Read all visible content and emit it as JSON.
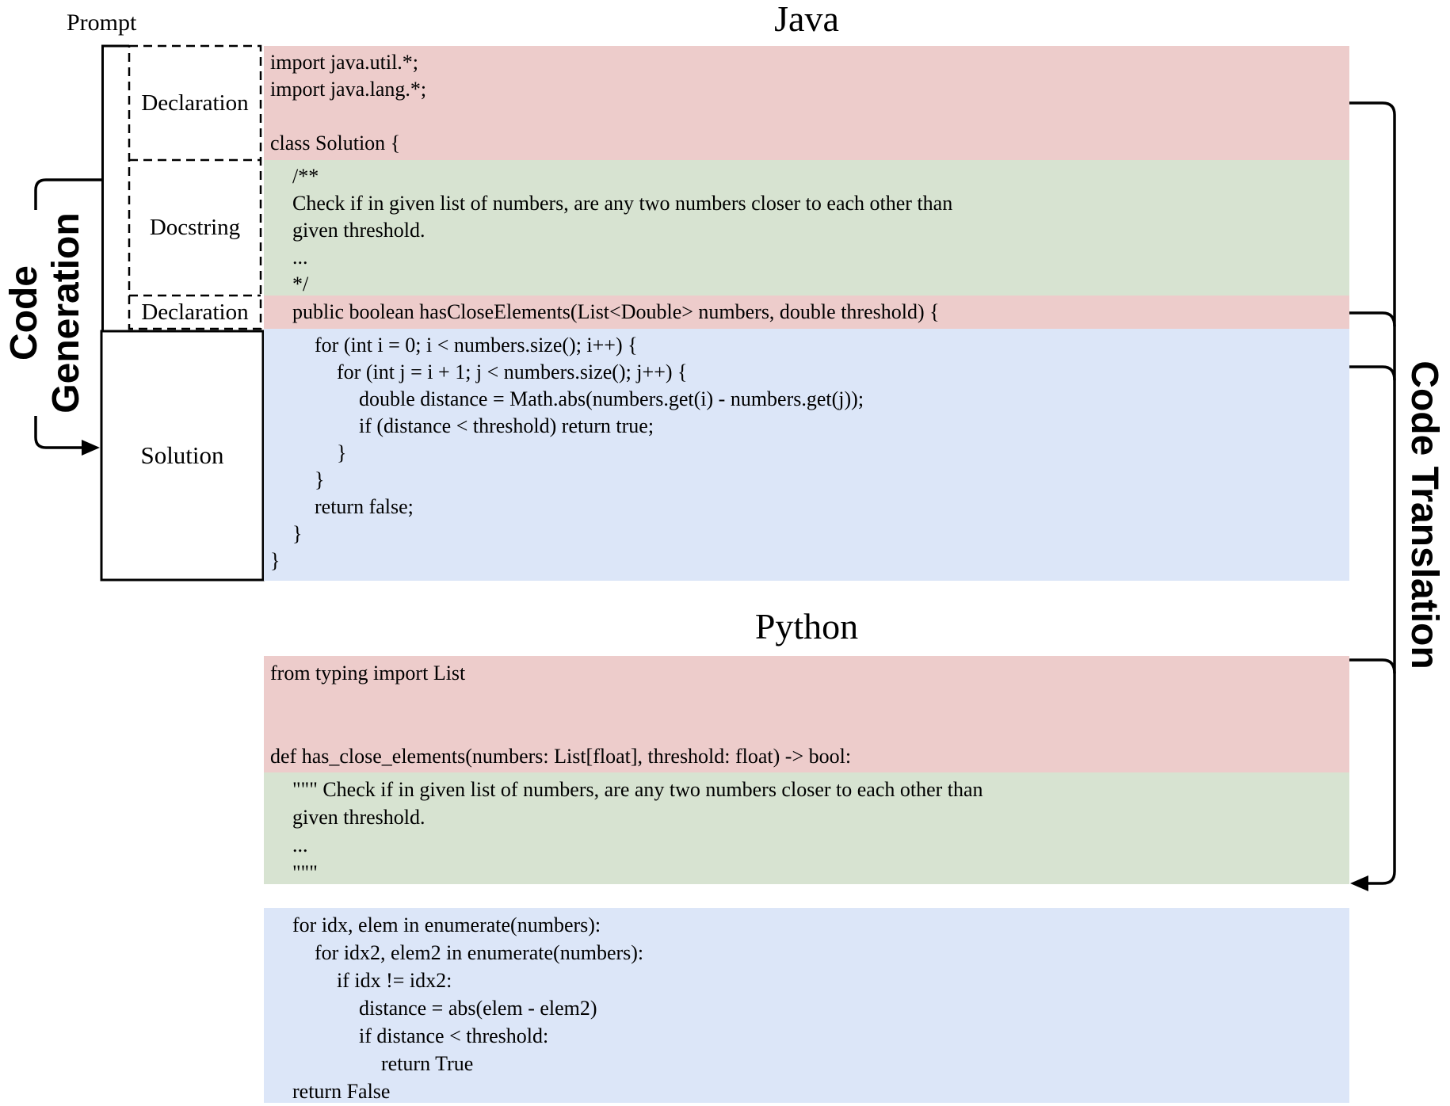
{
  "titles": {
    "java": "Java",
    "python": "Python"
  },
  "prompt": {
    "label": "Prompt"
  },
  "structure_labels": {
    "declaration_top": "Declaration",
    "docstring": "Docstring",
    "declaration_mid": "Declaration",
    "solution": "Solution"
  },
  "side_labels": {
    "code_generation": "Code\nGeneration",
    "code_translation": "Code Translation"
  },
  "colors": {
    "declaration_bg": "#edcccb",
    "docstring_bg": "#d7e3d1",
    "solution_bg": "#dce6f8",
    "line": "#000000"
  },
  "java": {
    "declaration_block": [
      {
        "text": "import java.util.*;",
        "indent": 0
      },
      {
        "text": "import java.lang.*;",
        "indent": 0
      },
      {
        "text": "",
        "indent": 0
      },
      {
        "text": "class Solution {",
        "indent": 0
      }
    ],
    "docstring_block": [
      {
        "text": "/**",
        "indent": 1
      },
      {
        "text": "Check if in given list of numbers, are any two numbers closer to each other than",
        "indent": 1
      },
      {
        "text": "given threshold.",
        "indent": 1
      },
      {
        "text": "...",
        "indent": 1
      },
      {
        "text": "*/",
        "indent": 1
      }
    ],
    "declaration2_block": [
      {
        "text": "public boolean hasCloseElements(List<Double> numbers, double threshold) {",
        "indent": 1
      }
    ],
    "solution_block": [
      {
        "text": "for (int i = 0; i < numbers.size(); i++) {",
        "indent": 2
      },
      {
        "text": "for (int j = i + 1; j < numbers.size(); j++) {",
        "indent": 3
      },
      {
        "text": "double distance = Math.abs(numbers.get(i) - numbers.get(j));",
        "indent": 4
      },
      {
        "text": "if (distance < threshold) return true;",
        "indent": 4
      },
      {
        "text": "}",
        "indent": 3
      },
      {
        "text": "}",
        "indent": 2
      },
      {
        "text": "return false;",
        "indent": 2
      },
      {
        "text": "}",
        "indent": 1
      },
      {
        "text": "}",
        "indent": 0
      }
    ]
  },
  "python": {
    "declaration_block": [
      {
        "text": "from typing import List",
        "indent": 0
      },
      {
        "text": "",
        "indent": 0
      },
      {
        "text": "",
        "indent": 0
      },
      {
        "text": "def has_close_elements(numbers: List[float], threshold: float) -> bool:",
        "indent": 0
      }
    ],
    "docstring_block": [
      {
        "text": "\"\"\" Check if in given list of numbers, are any two numbers closer to each other than",
        "indent": 1
      },
      {
        "text": "given threshold.",
        "indent": 1
      },
      {
        "text": "...",
        "indent": 1
      },
      {
        "text": "\"\"\"",
        "indent": 1
      }
    ],
    "solution_block": [
      {
        "text": "for idx, elem in enumerate(numbers):",
        "indent": 1
      },
      {
        "text": "for idx2, elem2 in enumerate(numbers):",
        "indent": 2
      },
      {
        "text": "if idx != idx2:",
        "indent": 3
      },
      {
        "text": "distance = abs(elem - elem2)",
        "indent": 4
      },
      {
        "text": "if distance < threshold:",
        "indent": 4
      },
      {
        "text": "return True",
        "indent": 5
      },
      {
        "text": "return False",
        "indent": 1
      }
    ]
  }
}
